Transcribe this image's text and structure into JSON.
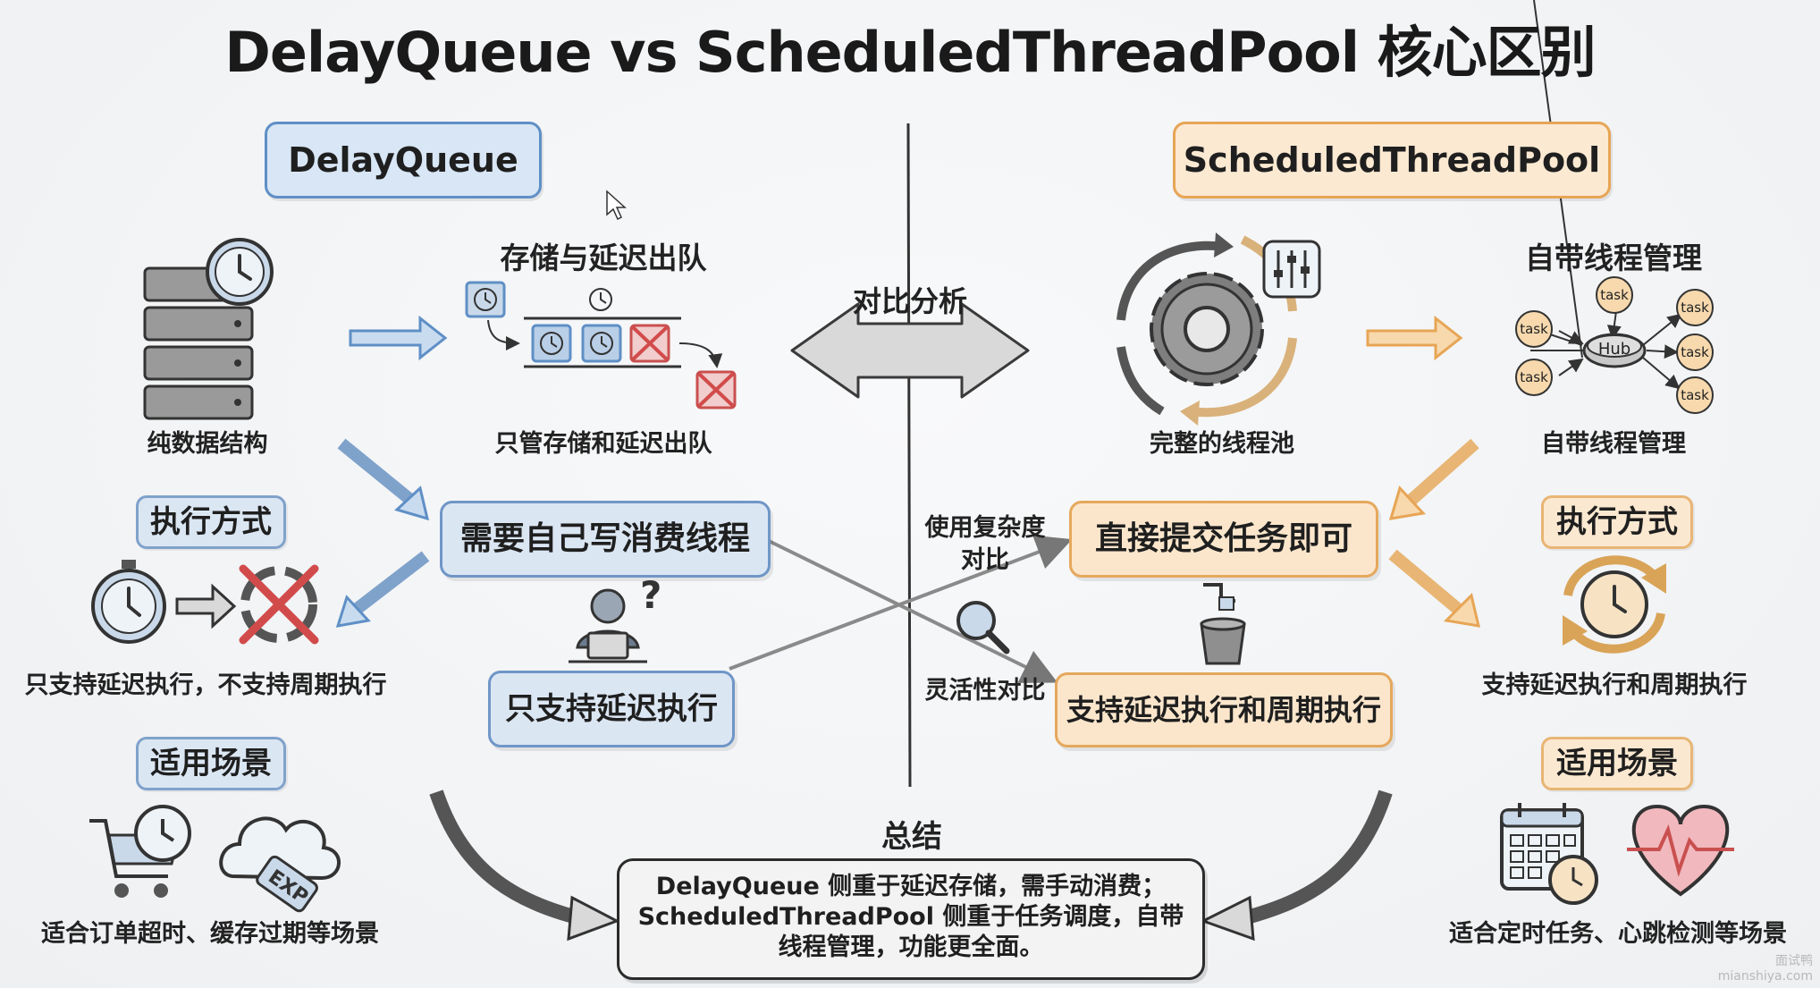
{
  "title": "DelayQueue vs ScheduledThreadPool 核心区别",
  "left": {
    "header": "DelayQueue",
    "storage_heading": "存储与延迟出队",
    "pure_structure_label": "纯数据结构",
    "store_only_label": "只管存储和延迟出队",
    "exec_mode_tag": "执行方式",
    "need_consumer_box": "需要自己写消费线程",
    "delay_only_box": "只支持延迟执行",
    "exec_support_label": "只支持延迟执行，不支持周期执行",
    "scenario_tag": "适用场景",
    "scenario_label": "适合订单超时、缓存过期等场景",
    "exp_tag": "EXP"
  },
  "center": {
    "compare_label": "对比分析",
    "complexity_label_1": "使用复杂度",
    "complexity_label_2": "对比",
    "flexibility_label": "灵活性对比",
    "summary_heading": "总结",
    "summary_lines": [
      "DelayQueue 侧重于延迟存储，需手动消费；",
      "ScheduledThreadPool 侧重于任务调度，自带",
      "线程管理，功能更全面。"
    ]
  },
  "right": {
    "header": "ScheduledThreadPool",
    "thread_mgmt_heading": "自带线程管理",
    "full_pool_label": "完整的线程池",
    "thread_mgmt_label": "自带线程管理",
    "hub_label": "Hub",
    "task_label": "task",
    "exec_mode_tag": "执行方式",
    "submit_box": "直接提交任务即可",
    "delay_periodic_box": "支持延迟执行和周期执行",
    "exec_support_label": "支持延迟执行和周期执行",
    "scenario_tag": "适用场景",
    "scenario_label": "适合定时任务、心跳检测等场景"
  },
  "watermark": {
    "line1": "面试鸭",
    "line2": "mianshiya.com"
  },
  "colors": {
    "blue_accent": "#5f8fc6",
    "orange_accent": "#e7a555",
    "red_cross": "#d24b4b"
  }
}
